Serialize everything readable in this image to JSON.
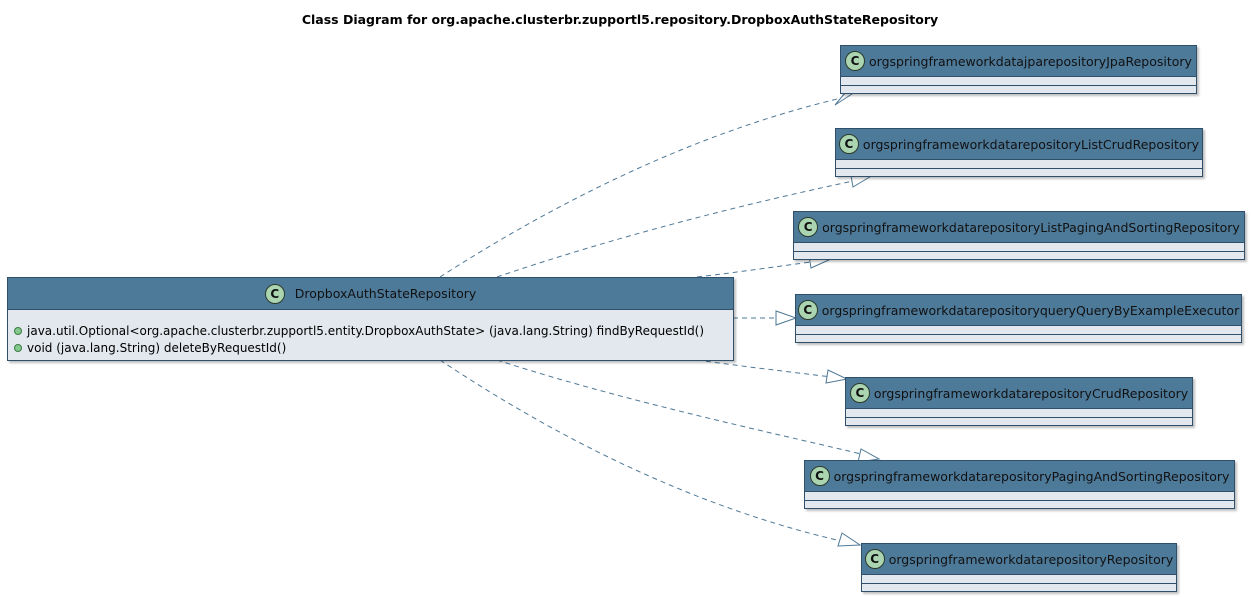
{
  "title": "Class Diagram for org.apache.clusterbr.zupportl5.repository.DropboxAuthStateRepository",
  "badge_letter": "C",
  "main_class": {
    "name": "DropboxAuthStateRepository",
    "methods": [
      "java.util.Optional<org.apache.clusterbr.zupportl5.entity.DropboxAuthState> (java.lang.String) findByRequestId()",
      "void (java.lang.String) deleteByRequestId()"
    ]
  },
  "interfaces": [
    "orgspringframeworkdatajparepositoryJpaRepository",
    "orgspringframeworkdatarepositoryListCrudRepository",
    "orgspringframeworkdatarepositoryListPagingAndSortingRepository",
    "orgspringframeworkdatarepositoryqueryQueryByExampleExecutor",
    "orgspringframeworkdatarepositoryCrudRepository",
    "orgspringframeworkdatarepositoryPagingAndSortingRepository",
    "orgspringframeworkdatarepositoryRepository"
  ],
  "colors": {
    "header": "#4e7a9a",
    "body": "#e3e8ee",
    "edge": "#4f7896",
    "badge": "#aad5b0"
  }
}
